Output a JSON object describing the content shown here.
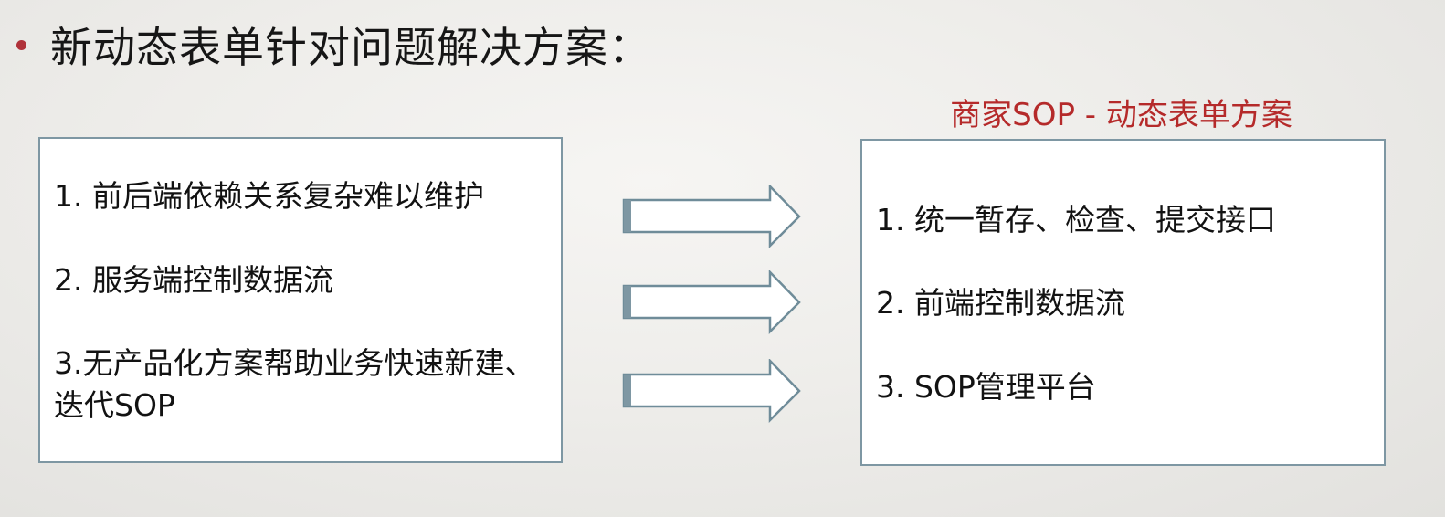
{
  "heading": {
    "text": "新动态表单针对问题解决方案："
  },
  "left_box": {
    "items": [
      "1. 前后端依赖关系复杂难以维护",
      "2. 服务端控制数据流",
      "3.无产品化方案帮助业务快速新建、迭代SOP"
    ]
  },
  "right_box": {
    "title": "商家SOP - 动态表单方案",
    "items": [
      "1. 统一暂存、检查、提交接口",
      "2. 前端控制数据流",
      "3. SOP管理平台"
    ]
  },
  "colors": {
    "bullet": "#b0323a",
    "title_red": "#b52a2a",
    "border": "#7e97a3",
    "arrow_stroke": "#6f8c99",
    "arrow_fill": "#ffffff"
  },
  "icons": {
    "arrow": "right-arrow-icon"
  }
}
